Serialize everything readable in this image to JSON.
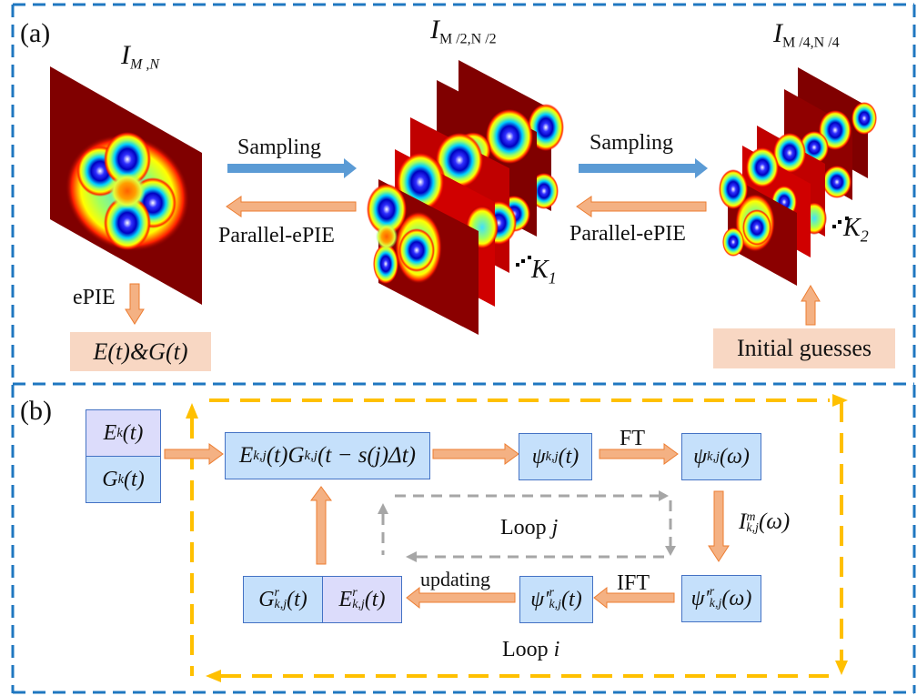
{
  "colors": {
    "outer_border": "#1f77c0",
    "loop_i": "#ffc000",
    "loop_j": "#a6a6a6",
    "sampling_arrow": "#5b9bd5",
    "process_arrow": "#f4b183",
    "process_arrow_edge": "#ed7d31",
    "box_blue": "#c5e0fb",
    "box_lavender": "#dcdcfb",
    "box_border": "#4472c4",
    "peach_box": "#f8d7c3"
  },
  "panel_a": {
    "label": "(a)",
    "image_full": {
      "title_main": "I",
      "title_sub": "M ,N"
    },
    "image_half": {
      "title_main": "I",
      "title_sub": "M /2,N /2",
      "stack_label_main": "K",
      "stack_label_sub": "1"
    },
    "image_quarter": {
      "title_main": "I",
      "title_sub": "M /4,N /4",
      "stack_label_main": "K",
      "stack_label_sub": "2"
    },
    "sampling_label_1": "Sampling",
    "sampling_label_2": "Sampling",
    "parallel_label_1": "Parallel-ePIE",
    "parallel_label_2": "Parallel-ePIE",
    "epie_label": "ePIE",
    "result_box": "E(t)&G(t)",
    "initial_box": "Initial guesses"
  },
  "panel_b": {
    "label": "(b)",
    "input_box": {
      "top": {
        "main": "E",
        "sub": "k",
        "tail": "(t)"
      },
      "bottom": {
        "main": "G",
        "sub": "k",
        "tail": "(t)"
      }
    },
    "product_box": {
      "p1": "E",
      "s1": "k,j",
      "t1": "(t)",
      "p2": "G",
      "s2": "k,j",
      "t2": "(t − s(j)Δt)"
    },
    "psi_t_box": {
      "main": "ψ",
      "sub": "k,j",
      "tail": "(t)"
    },
    "psi_w_box": {
      "main": "ψ",
      "sub": "k,j",
      "tail": "(ω)"
    },
    "ft_label": "FT",
    "measured_label": {
      "main": "I",
      "sup": "m",
      "sub": "k,j",
      "tail": "(ω)"
    },
    "psi_r_w_box": {
      "main": "ψ′",
      "sup": "r",
      "sub": "k,j",
      "tail": "(ω)"
    },
    "ift_label": "IFT",
    "psi_r_t_box": {
      "main": "ψ′",
      "sup": "r",
      "sub": "k,j",
      "tail": "(t)"
    },
    "updating_label": "updating",
    "updated_box": {
      "left": {
        "main": "G",
        "sup": "r",
        "sub": "k,j",
        "tail": "(t)"
      },
      "right": {
        "main": "E",
        "sup": "r",
        "sub": "k,j",
        "tail": "(t)"
      }
    },
    "loop_j_label": {
      "word": "Loop",
      "var": "j"
    },
    "loop_i_label": {
      "word": "Loop",
      "var": "i"
    }
  }
}
